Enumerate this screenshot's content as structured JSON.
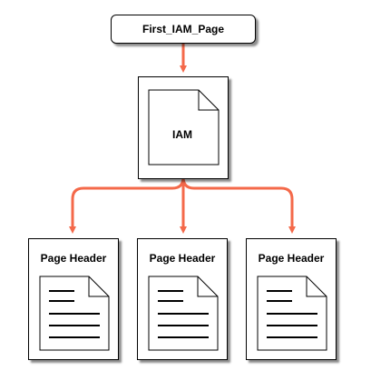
{
  "diagram": {
    "root": {
      "label": "First_IAM_Page"
    },
    "iam": {
      "label": "IAM"
    },
    "pages": [
      {
        "label": "Page Header"
      },
      {
        "label": "Page Header"
      },
      {
        "label": "Page Header"
      }
    ],
    "edges": [
      {
        "from": "root",
        "to": "iam"
      },
      {
        "from": "iam",
        "to": "page-1"
      },
      {
        "from": "iam",
        "to": "page-2"
      },
      {
        "from": "iam",
        "to": "page-3"
      }
    ],
    "colors": {
      "connector": "#f4694a",
      "border": "#000000",
      "background": "#ffffff"
    },
    "icons": {
      "iam": "document-icon",
      "page": "lined-document-icon"
    }
  }
}
